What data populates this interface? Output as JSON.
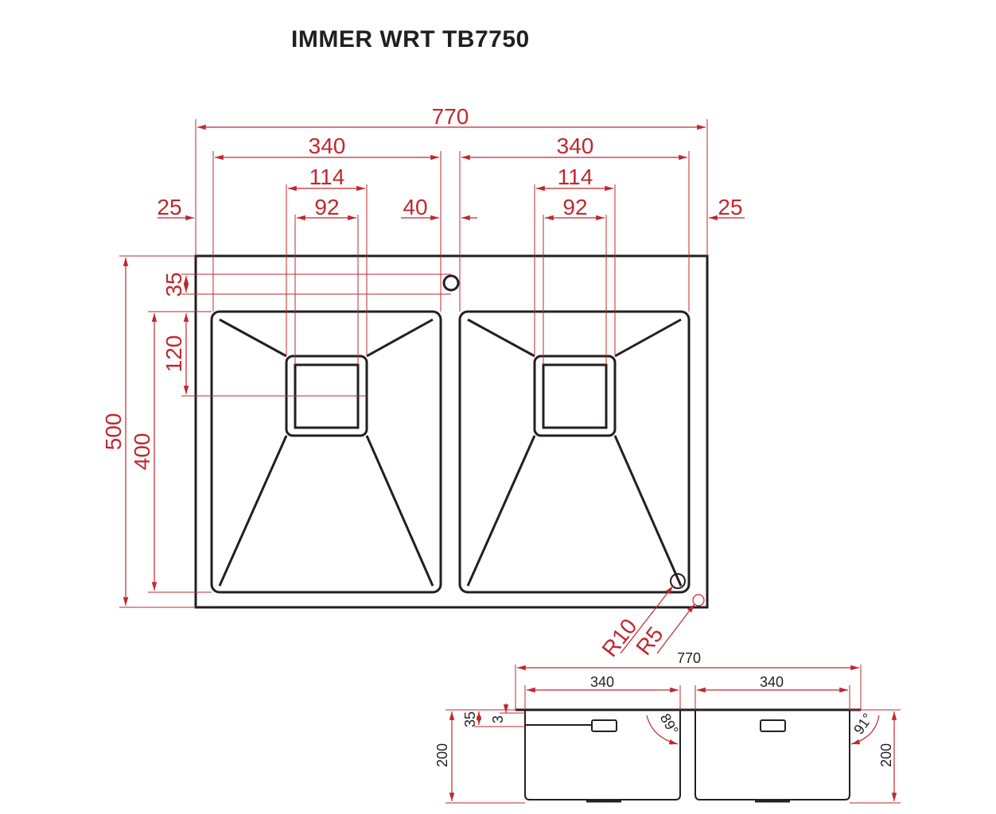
{
  "title": "IMMER WRT TB7750",
  "colors": {
    "dimension": "#c1272d",
    "outline": "#231f20"
  },
  "top_view": {
    "overall_width": "770",
    "bowl_width_left": "340",
    "bowl_width_right": "340",
    "outlet_outer_left": "114",
    "outlet_outer_right": "114",
    "outlet_inner_left": "92",
    "outlet_inner_right": "92",
    "margin_left": "25",
    "margin_center": "40",
    "margin_right": "25",
    "tap_hole_offset": "35",
    "outlet_offset": "120",
    "overall_depth": "500",
    "bowl_depth": "400",
    "radius_bowl": "R10",
    "radius_corner": "R5"
  },
  "section_view": {
    "overall_width": "770",
    "bowl_width_left": "340",
    "bowl_width_right": "340",
    "flange_offset": "35",
    "flange_thickness": "3",
    "depth_left": "200",
    "depth_right": "200",
    "angle_left": "89°",
    "angle_right": "91°"
  }
}
